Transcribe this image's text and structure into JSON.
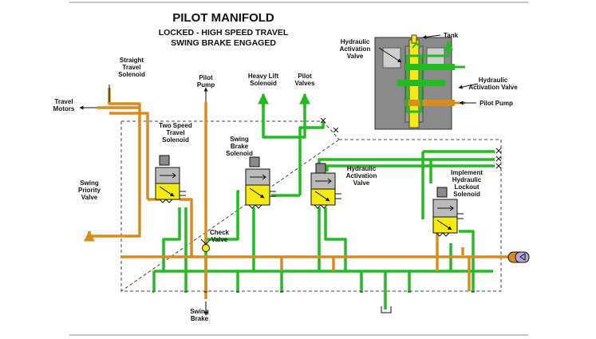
{
  "diagram": {
    "title": "PILOT MANIFOLD",
    "subtitle_line1": "LOCKED - HIGH SPEED TRAVEL",
    "subtitle_line2": "SWING BRAKE ENGAGED",
    "labels": {
      "straight_travel_solenoid": [
        "Straight",
        "Travel",
        "Solenoid"
      ],
      "travel_motors": [
        "Travel",
        "Motors"
      ],
      "pilot_pump": [
        "Pilot",
        "Pump"
      ],
      "heavy_lift_solenoid": [
        "Heavy Lift",
        "Solenoid"
      ],
      "pilot_valves": [
        "Pilot",
        "Valves"
      ],
      "two_speed_travel_solenoid": [
        "Two Speed",
        "Travel",
        "Solenoid"
      ],
      "swing_brake_solenoid": [
        "Swing",
        "Brake",
        "Solenoid"
      ],
      "hydraulic_activation_valve": [
        "Hydraulic",
        "Activation",
        "Valve"
      ],
      "implement_hydraulic_lockout_solenoid": [
        "Implement",
        "Hydraulic",
        "Lockout",
        "Solenoid"
      ],
      "swing_priority_valve": [
        "Swing",
        "Priority",
        "Valve"
      ],
      "check_valve": [
        "Check",
        "Valve"
      ],
      "swing_brake": [
        "Swing",
        "Brake"
      ],
      "inset_hydraulic_activation_valve_left": [
        "Hydraulic",
        "Activation",
        "Valve"
      ],
      "inset_tank": [
        "Tank"
      ],
      "inset_hydraulic_activation_valve_right": [
        "Hydraulic",
        "Activation Valve"
      ],
      "inset_pilot_pump": [
        "Pilot Pump"
      ]
    },
    "colors": {
      "pilot_oil": "#d98c1e",
      "activated_oil": "#22bb22",
      "solenoid_yellow": "#f5ea14",
      "valve_body": "#7a7a7a",
      "accumulator": "#b9a3d9"
    }
  }
}
